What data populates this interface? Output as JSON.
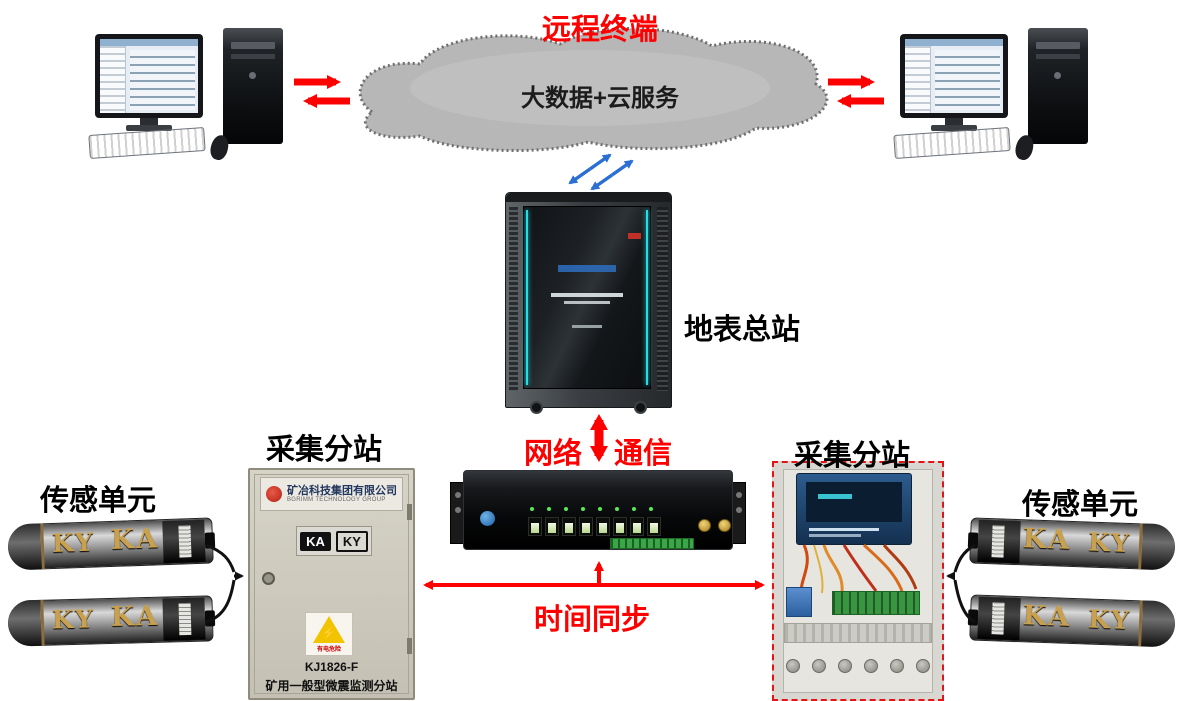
{
  "labels": {
    "remote_terminal": "远程终端",
    "cloud": "大数据+云服务",
    "surface_station": "地表总站",
    "network": "网络",
    "communication": "通信",
    "time_sync": "时间同步",
    "substation_left": "采集分站",
    "substation_right": "采集分站",
    "sensors_left": "传感单元",
    "sensors_right": "传感单元"
  },
  "cabinet": {
    "company_cn": "矿冶科技集团有限公司",
    "company_en": "BGRIMM TECHNOLOGY GROUP",
    "cert_ka": "KA",
    "cert_ky": "KY",
    "warning": "有电危险",
    "model": "KJ1826-F",
    "product_name": "矿用一般型微震监测分站"
  },
  "sensor": {
    "mark_ky": "KY",
    "mark_ka": "KA"
  },
  "icons": {
    "lightning": "⚡"
  },
  "colors": {
    "label_red": "#fe0000",
    "arrow_blue": "#2b6fd3",
    "cloud_fill": "#b7b7b7",
    "cabinet_beige": "#ccc9bd",
    "rack_accent_cyan": "#1ee0e8",
    "dashed_border_red": "#e41414"
  }
}
